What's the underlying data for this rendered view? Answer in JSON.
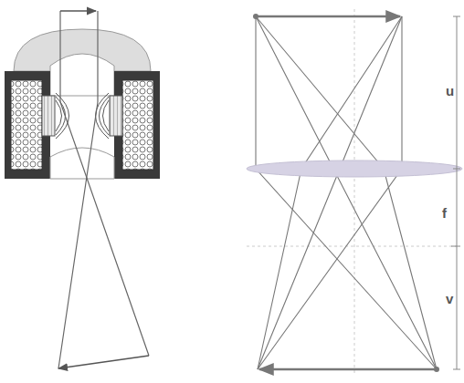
{
  "diagram": {
    "labels": [
      "u",
      "f",
      "v"
    ]
  }
}
